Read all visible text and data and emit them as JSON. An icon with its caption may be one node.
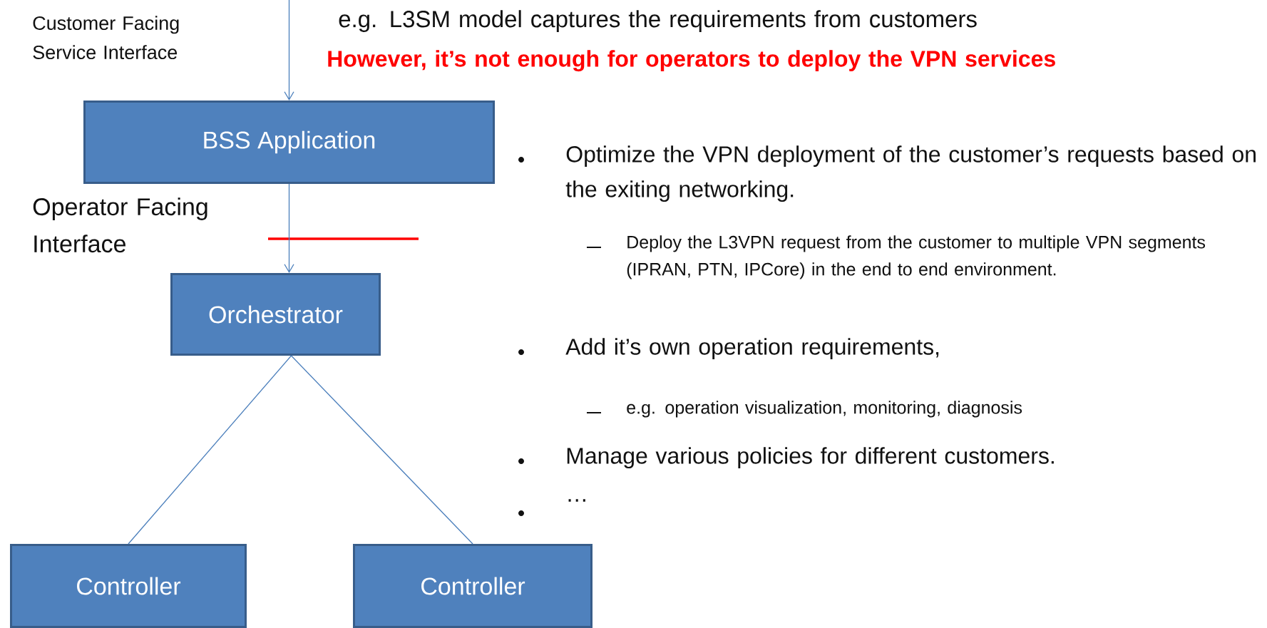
{
  "diagram": {
    "nodes": [
      {
        "text": [
          "BSS Application"
        ]
      },
      {
        "text": [
          "Orchestrator"
        ]
      },
      {
        "text": [
          "Controller"
        ]
      },
      {
        "text": [
          "Controller"
        ]
      }
    ],
    "edges": [
      {
        "from": null,
        "to": 0,
        "arrow": "to"
      },
      {
        "from": 0,
        "to": 1,
        "arrow": "to"
      },
      {
        "from": 1,
        "to": 2,
        "arrow": "none"
      },
      {
        "from": 1,
        "to": 3,
        "arrow": "none"
      }
    ],
    "labels": [
      "Customer Facing Service Interface",
      "e.g. L3SM model captures the requirements from customers",
      "However, it’s not enough for operators to deploy the VPN services",
      "Operator Facing Interface",
      "Optimize the VPN deployment of the customer’s requests based on the exiting networking.",
      "Deploy the L3VPN request from the customer to multiple VPN segments (IPRAN, PTN, IPCore) in the end to end environment.",
      "Add it’s own operation requirements,",
      "e.g. operation visualization, monitoring, diagnosis",
      "Manage various policies for different customers.",
      "…"
    ]
  }
}
